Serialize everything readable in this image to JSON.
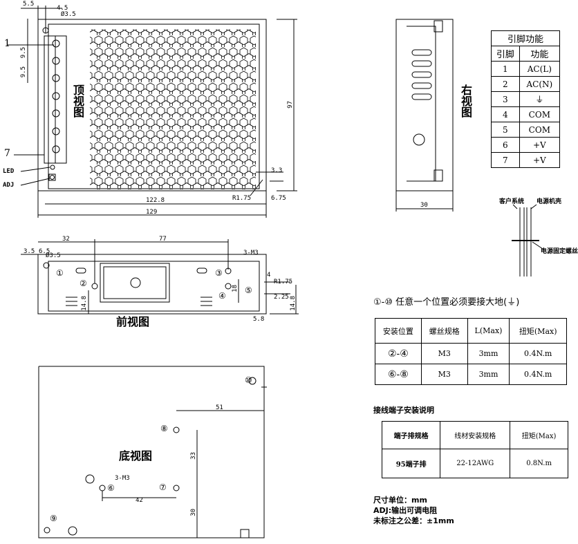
{
  "top_view": {
    "title": "顶视图",
    "dims": {
      "d5_5": "5.5",
      "d4_5": "4.5",
      "hole": "Ø3.5",
      "pitch1": "9.5",
      "pitch2": "9.5",
      "height": "97",
      "d3_3": "3.3",
      "r175": "R1.75",
      "d6_75": "6.75",
      "w122_8": "122.8",
      "w129": "129"
    },
    "labels": {
      "pin1": "1",
      "pin7": "7",
      "led": "LED",
      "adj": "ADJ"
    }
  },
  "front_view": {
    "title": "前视图",
    "dims": {
      "d32": "32",
      "d77": "77",
      "d3_5": "3.5",
      "d6_5": "6.5",
      "hole": "Ø3.5",
      "m3": "3-M3",
      "d14_8a": "14.8",
      "d18": "18",
      "d4": "4",
      "r175": "R1.75",
      "d2_25": "2.25",
      "d14_8b": "14.8",
      "d5_8": "5.8"
    },
    "markers": [
      "①",
      "②",
      "③",
      "④",
      "⑤"
    ]
  },
  "bottom_view": {
    "title": "底视图",
    "dims": {
      "d51": "51",
      "d33": "33",
      "d42": "42",
      "d30": "30",
      "m3": "3-M3"
    },
    "markers": [
      "⑥",
      "⑦",
      "⑧",
      "⑨",
      "⑩"
    ]
  },
  "right_view": {
    "title": "右视图",
    "dim30": "30",
    "legend": {
      "customer": "客户系统",
      "chassis": "电源机壳",
      "screw": "电源固定螺丝"
    }
  },
  "pin_table": {
    "title": "引脚功能",
    "headers": [
      "引脚",
      "功能"
    ],
    "rows": [
      [
        "1",
        "AC(L)"
      ],
      [
        "2",
        "AC(N)"
      ],
      [
        "3",
        "⏚"
      ],
      [
        "4",
        "COM"
      ],
      [
        "5",
        "COM"
      ],
      [
        "6",
        "+V"
      ],
      [
        "7",
        "+V"
      ]
    ]
  },
  "ground_note": "①-⑩ 任意一个位置必须要接大地(⏚)",
  "screw_table": {
    "headers": [
      "安装位置",
      "螺丝规格",
      "L(Max)",
      "扭矩(Max)"
    ],
    "rows": [
      [
        "②-④",
        "M3",
        "3mm",
        "0.4N.m"
      ],
      [
        "⑥-⑧",
        "M3",
        "3mm",
        "0.4N.m"
      ]
    ]
  },
  "terminal_title": "接线端子安装说明",
  "terminal_table": {
    "headers": [
      "端子排规格",
      "线材安装规格",
      "扭矩(Max)"
    ],
    "rows": [
      [
        "95端子排",
        "22-12AWG",
        "0.8N.m"
      ]
    ]
  },
  "notes": [
    "尺寸单位：mm",
    "ADJ:输出可调电阻",
    "未标注之公差：±1mm"
  ]
}
